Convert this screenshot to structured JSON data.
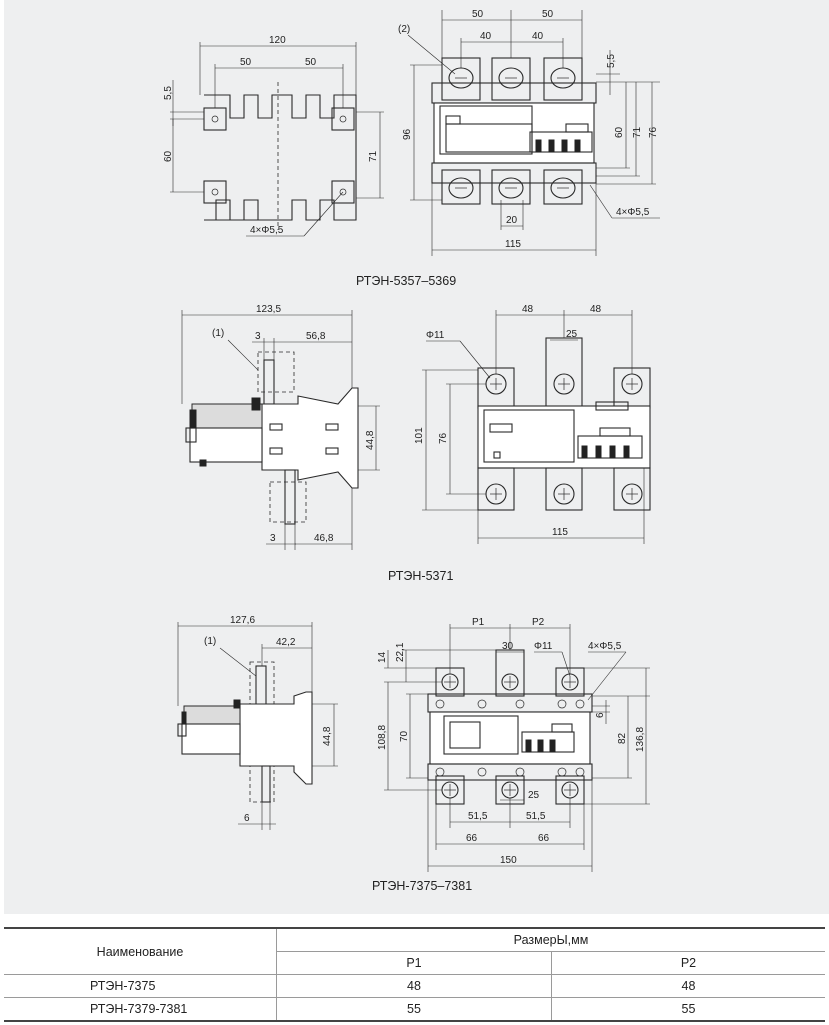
{
  "labels": {
    "d1_dims": {
      "w120": "120",
      "w50a": "50",
      "w50b": "50",
      "h55": "5,5",
      "h60": "60",
      "h71": "71",
      "holes": "4×Φ5,5"
    },
    "d2_dims": {
      "t50a": "50",
      "t50b": "50",
      "t40a": "40",
      "t40b": "40",
      "ref2": "(2)",
      "h96": "96",
      "h55": "5,5",
      "h60": "60",
      "h71": "71",
      "h76": "76",
      "b20": "20",
      "b115": "115",
      "holes": "4×Φ5,5"
    },
    "d3_dims": {
      "w1235": "123,5",
      "ref1": "(1)",
      "w3a": "3",
      "w568": "56,8",
      "h448": "44,8",
      "w3b": "3",
      "w468": "46,8"
    },
    "d4_dims": {
      "t48a": "48",
      "t48b": "48",
      "t25": "25",
      "phi": "Φ11",
      "h101": "101",
      "h76": "76",
      "b115": "115"
    },
    "d5_dims": {
      "w1276": "127,6",
      "ref1": "(1)",
      "w422": "42,2",
      "h448": "44,8",
      "w6": "6"
    },
    "d6_dims": {
      "p1": "P1",
      "p2": "P2",
      "t30": "30",
      "phi": "Φ11",
      "holes": "4×Φ5,5",
      "h14": "14",
      "h221": "22,1",
      "h1088": "108,8",
      "h70": "70",
      "h6": "6",
      "h82": "82",
      "h1368": "136,8",
      "b25": "25",
      "b515a": "51,5",
      "b515b": "51,5",
      "b66a": "66",
      "b66b": "66",
      "b150": "150"
    }
  },
  "captions": {
    "c1": "РТЭН-5357–5369",
    "c2": "РТЭН-5371",
    "c3": "РТЭН-7375–7381"
  },
  "table": {
    "h_name": "Наименование",
    "h_sizes": "РазмерЫ,мм",
    "h_p1": "P1",
    "h_p2": "P2",
    "rows": [
      {
        "name": "РТЭН-7375",
        "p1": "48",
        "p2": "48"
      },
      {
        "name": "РТЭН-7379-7381",
        "p1": "55",
        "p2": "55"
      }
    ]
  }
}
